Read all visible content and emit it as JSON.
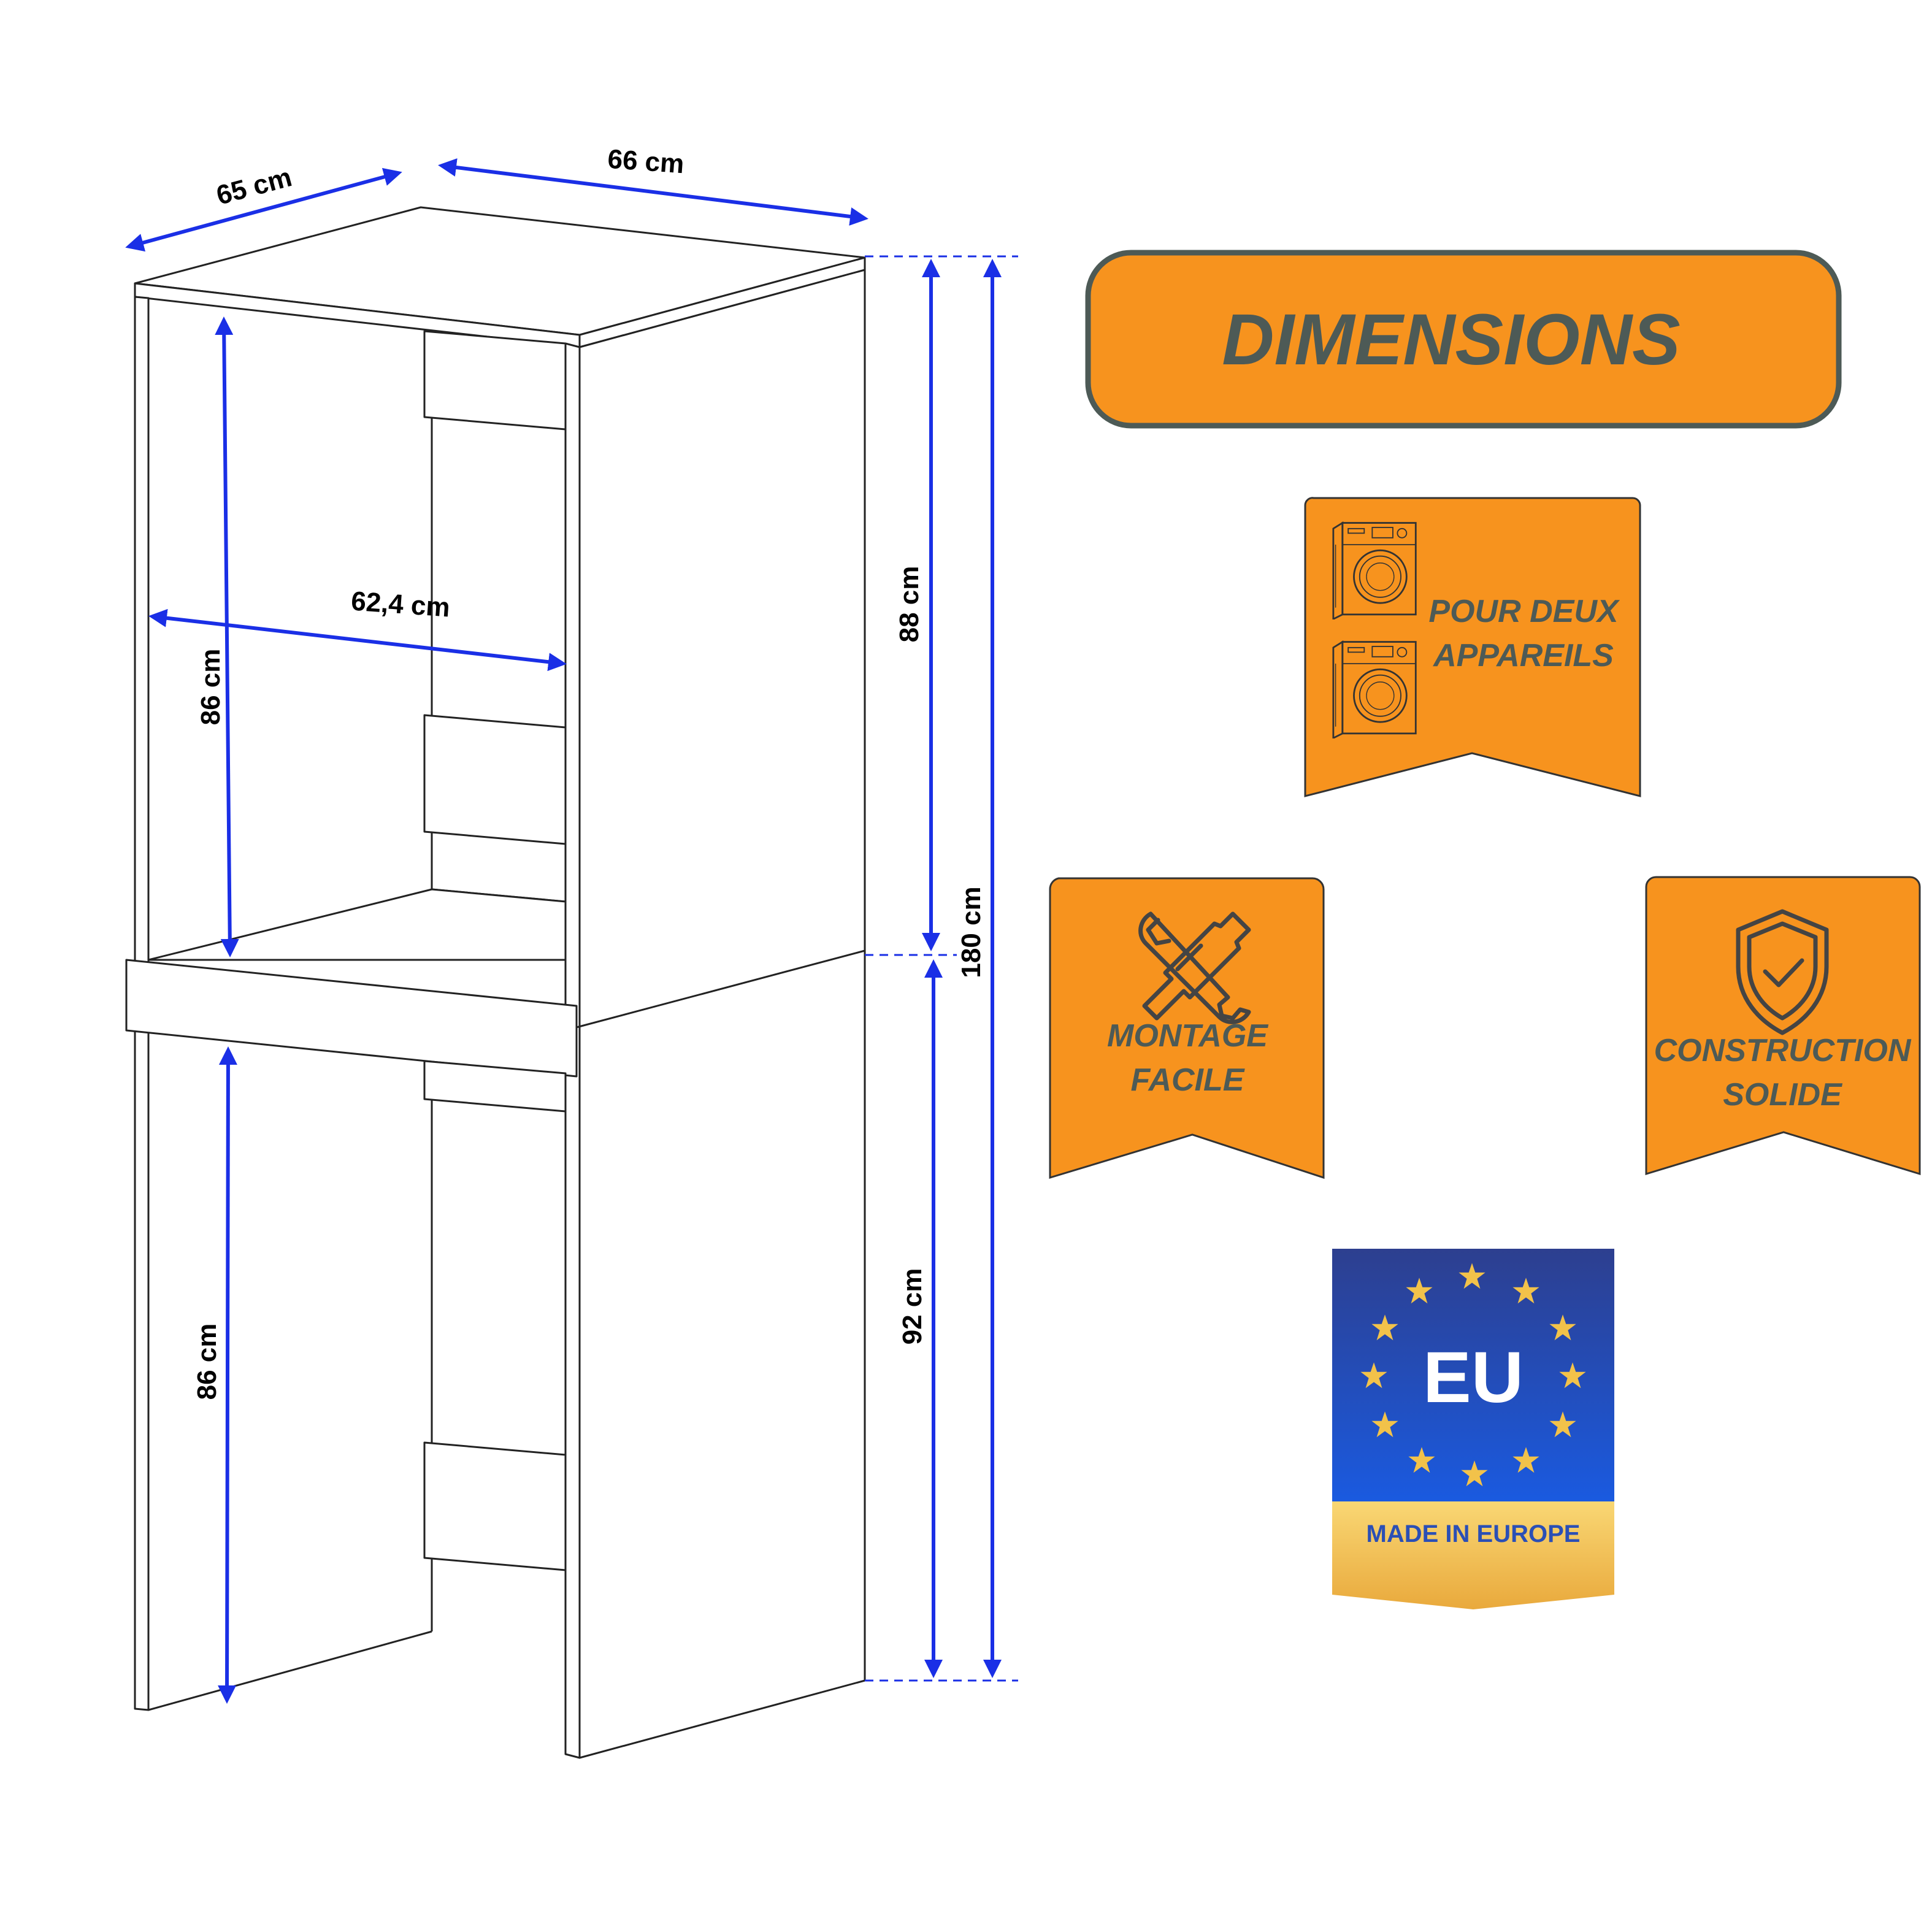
{
  "dimensions": {
    "depth_top": "65 cm",
    "width_top": "66 cm",
    "inner_width": "62,4 cm",
    "upper_inner_height": "86 cm",
    "lower_inner_height": "86 cm",
    "upper_section_height": "88 cm",
    "lower_section_height": "92 cm",
    "total_height": "180 cm"
  },
  "title_badge": {
    "text": "DIMENSIONS"
  },
  "features": [
    {
      "line1": "POUR DEUX",
      "line2": "APPAREILS",
      "icon": "washing-machine-icon"
    },
    {
      "line1": "MONTAGE",
      "line2": "FACILE",
      "icon": "wrench-screwdriver-icon"
    },
    {
      "line1": "CONSTRUCTION",
      "line2": "SOLIDE",
      "icon": "shield-check-icon"
    }
  ],
  "eu_badge": {
    "label": "EU",
    "band": "MADE IN EUROPE",
    "icon": "eu-stars-icon"
  },
  "colors": {
    "accent_orange": "#f7931e",
    "badge_text": "#4d5a56",
    "arrow_blue": "#1a2fe6",
    "eu_blue": "#1d49c2",
    "eu_gold": "#f2b94a"
  }
}
